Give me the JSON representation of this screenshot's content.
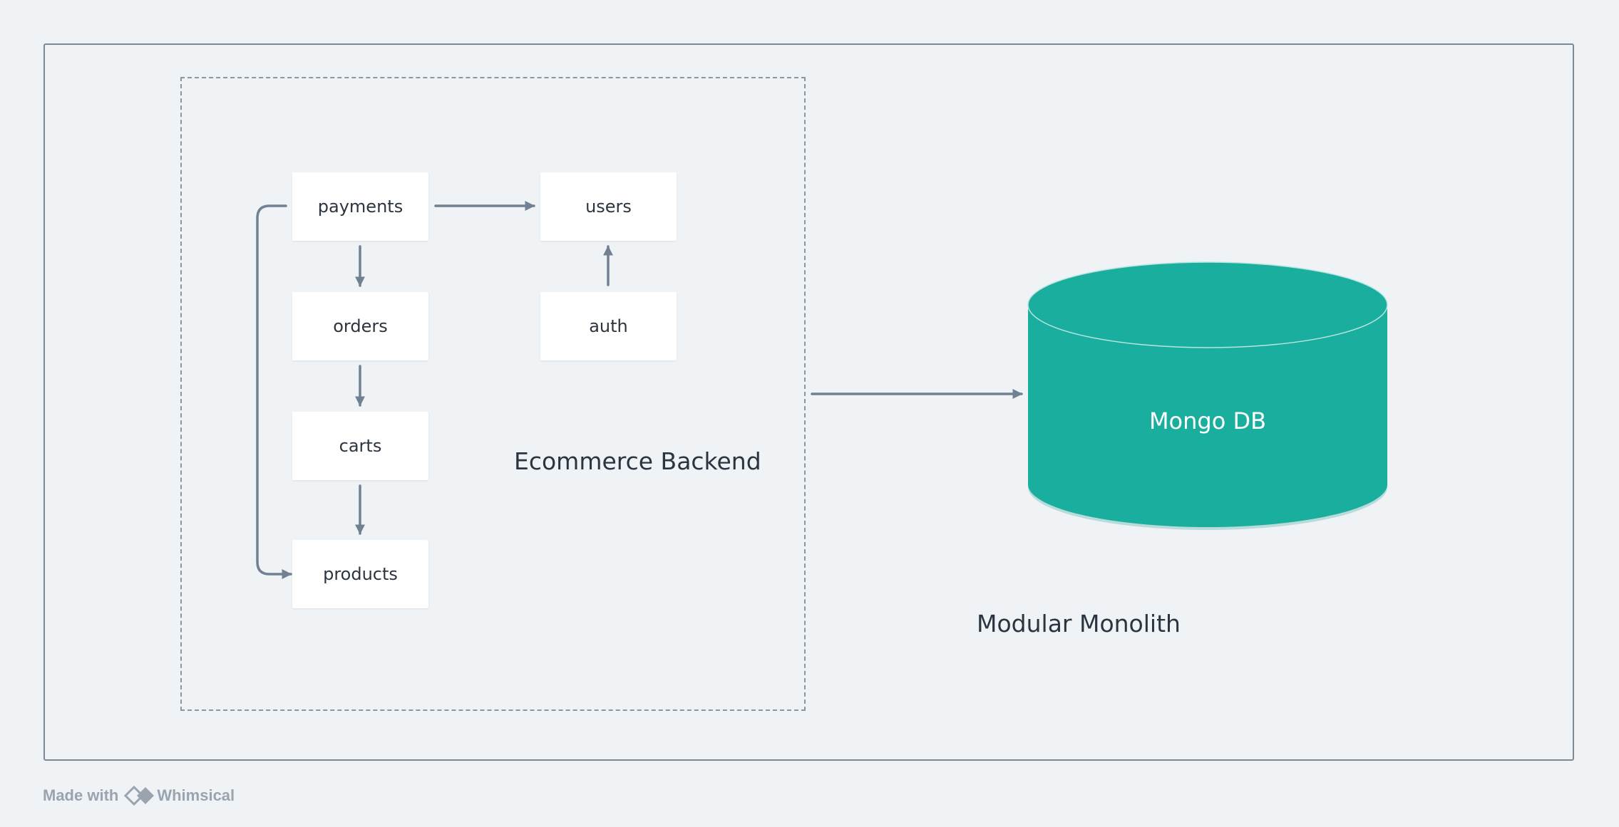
{
  "diagram": {
    "group_label": "Ecommerce Backend",
    "outer_label": "Modular Monolith",
    "database_label": "Mongo DB",
    "nodes": {
      "payments": "payments",
      "users": "users",
      "orders": "orders",
      "auth": "auth",
      "carts": "carts",
      "products": "products"
    },
    "colors": {
      "background": "#eff3f6",
      "node_fill": "#ffffff",
      "connector": "#718191",
      "database_fill": "#1aae9f",
      "text": "#2b3540"
    }
  },
  "footer": {
    "made_with": "Made with",
    "brand": "Whimsical"
  }
}
